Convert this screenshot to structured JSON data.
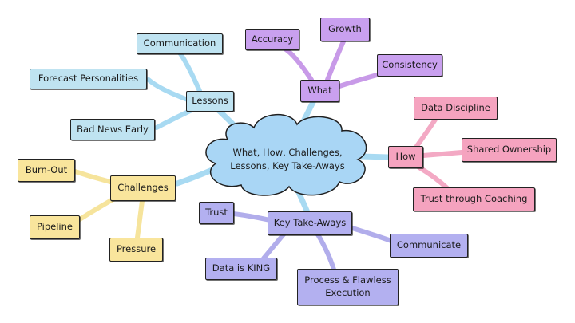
{
  "center": {
    "line1": "What, How, Challenges,",
    "line2": "Lessons, Key Take-Aways"
  },
  "colors": {
    "center_fill": "#a9d6f5",
    "lessons_branch": "#a8daf2",
    "what_branch": "#c89ae8",
    "how_branch": "#f3a9c4",
    "challenges_branch": "#f6e49c",
    "takeaways_branch": "#b1adeb"
  },
  "branches": {
    "lessons": {
      "label": "Lessons",
      "items": [
        "Communication",
        "Forecast Personalities",
        "Bad News Early"
      ]
    },
    "what": {
      "label": "What",
      "items": [
        "Accuracy",
        "Growth",
        "Consistency"
      ]
    },
    "how": {
      "label": "How",
      "items": [
        "Data Discipline",
        "Shared Ownership",
        "Trust through Coaching"
      ]
    },
    "challenges": {
      "label": "Challenges",
      "items": [
        "Burn-Out",
        "Pipeline",
        "Pressure"
      ]
    },
    "takeaways": {
      "label": "Key Take-Aways",
      "items": [
        "Trust",
        "Communicate",
        "Data is KING",
        "Process & Flawless Execution"
      ]
    }
  }
}
